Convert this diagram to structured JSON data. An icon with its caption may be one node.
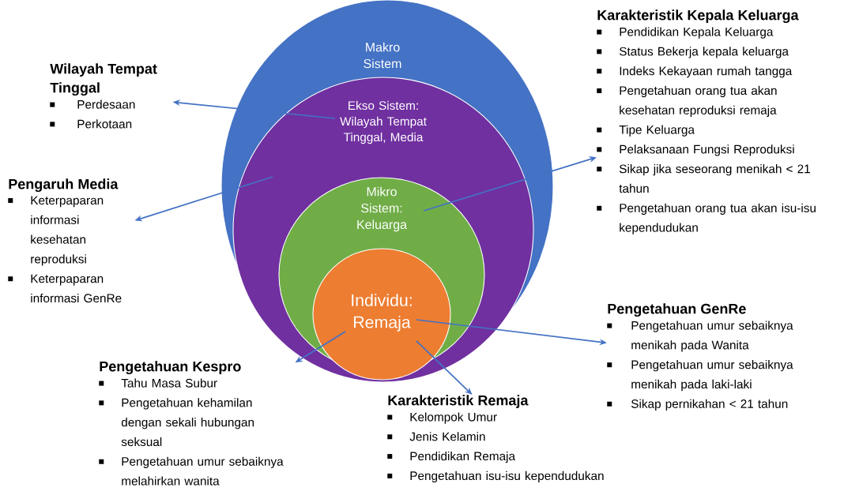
{
  "diagram": {
    "nodes": [
      {
        "text": [
          "Makro Sistem"
        ]
      },
      {
        "text": [
          "Ekso Sistem: Wilayah Tempat Tinggal, Media"
        ],
        "in": 0
      },
      {
        "text": [
          "Mikro Sistem: Keluarga"
        ],
        "in": 1
      },
      {
        "text": [
          "Individu: Remaja"
        ],
        "in": 2
      },
      {
        "text": [
          "Wilayah Tempat Tinggal",
          "Perdesaan",
          "Perkotaan"
        ]
      },
      {
        "text": [
          "Pengaruh Media",
          "Keterpaparan informasi kesehatan reproduksi",
          "Keterpaparan informasi GenRe"
        ]
      },
      {
        "text": [
          "Karakteristik Kepala Keluarga",
          "Pendidikan Kepala Keluarga",
          "Status Bekerja kepala keluarga",
          "Indeks Kekayaan rumah tangga",
          "Pengetahuan orang tua akan kesehatan reproduksi remaja",
          "Tipe Keluarga",
          "Pelaksanaan Fungsi Reproduksi",
          "Sikap jika seseorang menikah < 21 tahun",
          "Pengetahuan orang tua akan isu-isu kependudukan"
        ]
      },
      {
        "text": [
          "Pengetahuan GenRe",
          "Pengetahuan umur sebaiknya menikah pada Wanita",
          "Pengetahuan umur sebaiknya menikah pada laki-laki",
          "Sikap pernikahan < 21 tahun"
        ]
      },
      {
        "text": [
          "Pengetahuan Kespro",
          "Tahu Masa Subur",
          "Pengetahuan kehamilan dengan sekali hubungan seksual",
          "Pengetahuan umur sebaiknya melahirkan wanita"
        ]
      },
      {
        "text": [
          "Karakteristik Remaja",
          "Kelompok Umur",
          "Jenis Kelamin",
          "Pendidikan Remaja",
          "Pengetahuan isu-isu kependudukan"
        ]
      }
    ],
    "edges": [
      {
        "from": 1,
        "to": 4,
        "arrow": "to"
      },
      {
        "from": 1,
        "to": 5,
        "arrow": "to"
      },
      {
        "from": 2,
        "to": 6,
        "arrow": "to"
      },
      {
        "from": 3,
        "to": 7,
        "arrow": "to"
      },
      {
        "from": 3,
        "to": 8,
        "arrow": "to"
      },
      {
        "from": 3,
        "to": 9,
        "arrow": "to"
      }
    ]
  }
}
